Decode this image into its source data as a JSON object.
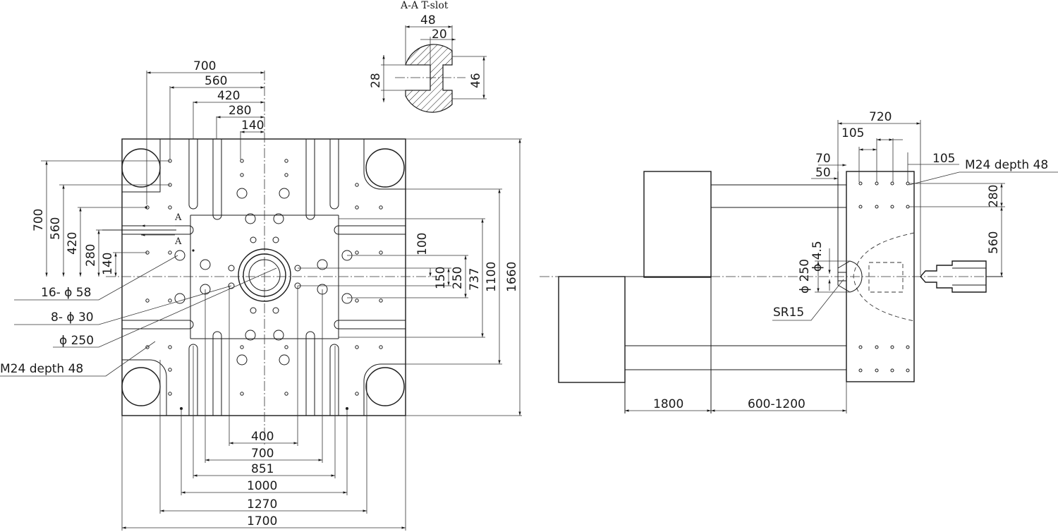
{
  "section": {
    "title": "A-A  T-slot",
    "dim_48": "48",
    "dim_20": "20",
    "dim_28": "28",
    "dim_46": "46"
  },
  "front": {
    "top": {
      "d700": "700",
      "d560": "560",
      "d420": "420",
      "d280": "280",
      "d140": "140"
    },
    "left": {
      "d700": "700",
      "d560": "560",
      "d420": "420",
      "d280": "280",
      "d140": "140"
    },
    "right": {
      "d100": "100",
      "d150": "150",
      "d250": "250",
      "d737": "737",
      "d1100": "1100",
      "d1660": "1660"
    },
    "bottom": {
      "d400": "400",
      "d700": "700",
      "d851": "851",
      "d1000": "1000",
      "d1270": "1270",
      "d1700": "1700"
    },
    "callouts": {
      "holes_58": "16- ϕ 58",
      "holes_30": "8- ϕ 30",
      "ring_250": "ϕ 250",
      "m24": "M24 depth 48"
    },
    "section_mark": "A"
  },
  "side": {
    "top": {
      "d720": "720",
      "d105a": "105",
      "d105b": "105",
      "d70": "70",
      "d50": "50"
    },
    "m24": "M24 depth 48",
    "right": {
      "d280": "280",
      "d560": "560"
    },
    "nozzle": {
      "d250": "ϕ 250",
      "d45": "ϕ 4.5",
      "sr": "SR15"
    },
    "bottom": {
      "d1800": "1800",
      "stroke": "600-1200"
    }
  }
}
